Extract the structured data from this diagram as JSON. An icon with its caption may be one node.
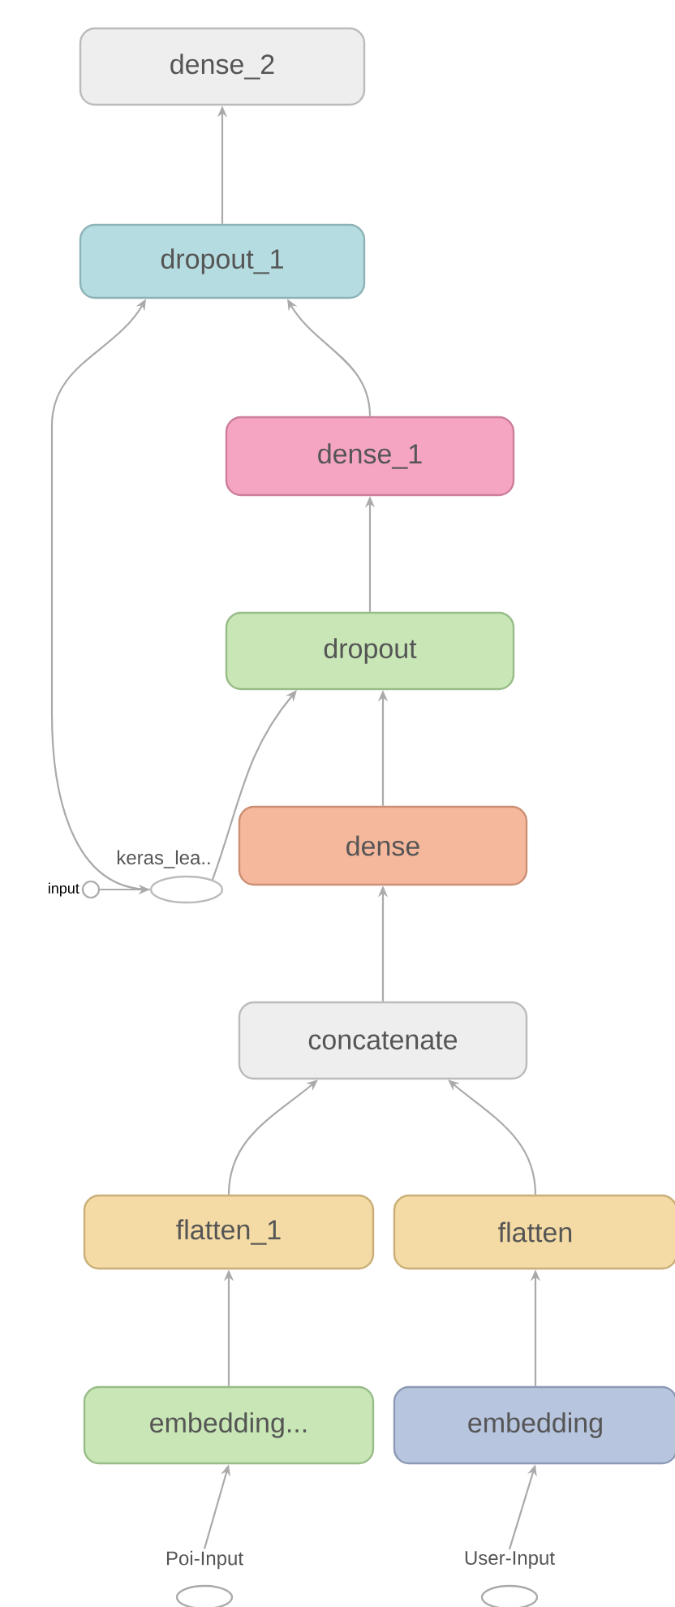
{
  "diagram": {
    "nodes": [
      {
        "text": [
          "dense_2"
        ]
      },
      {
        "text": [
          "dropout_1"
        ]
      },
      {
        "text": [
          "dense_1"
        ]
      },
      {
        "text": [
          "dropout"
        ]
      },
      {
        "text": [
          "keras_lea.."
        ]
      },
      {
        "text": [
          "input"
        ]
      },
      {
        "text": [
          "dense"
        ]
      },
      {
        "text": [
          "concatenate"
        ]
      },
      {
        "text": [
          "flatten_1"
        ]
      },
      {
        "text": [
          "flatten"
        ]
      },
      {
        "text": [
          "embedding..."
        ]
      },
      {
        "text": [
          "embedding"
        ]
      },
      {
        "text": [
          "Poi-Input"
        ]
      },
      {
        "text": [
          "User-Input"
        ]
      }
    ],
    "edges": [
      {
        "from": 1,
        "to": 0,
        "arrow": "to"
      },
      {
        "from": 2,
        "to": 1,
        "arrow": "to"
      },
      {
        "from": 4,
        "to": 1,
        "arrow": "to"
      },
      {
        "from": 3,
        "to": 2,
        "arrow": "to"
      },
      {
        "from": 4,
        "to": 3,
        "arrow": "to"
      },
      {
        "from": 5,
        "to": 4,
        "arrow": "to"
      },
      {
        "from": 6,
        "to": 3,
        "arrow": "to"
      },
      {
        "from": 7,
        "to": 6,
        "arrow": "to"
      },
      {
        "from": 8,
        "to": 7,
        "arrow": "to"
      },
      {
        "from": 9,
        "to": 7,
        "arrow": "to"
      },
      {
        "from": 10,
        "to": 8,
        "arrow": "to"
      },
      {
        "from": 11,
        "to": 9,
        "arrow": "to"
      },
      {
        "from": 12,
        "to": 10,
        "arrow": "to"
      },
      {
        "from": 13,
        "to": 11,
        "arrow": "to"
      }
    ]
  }
}
